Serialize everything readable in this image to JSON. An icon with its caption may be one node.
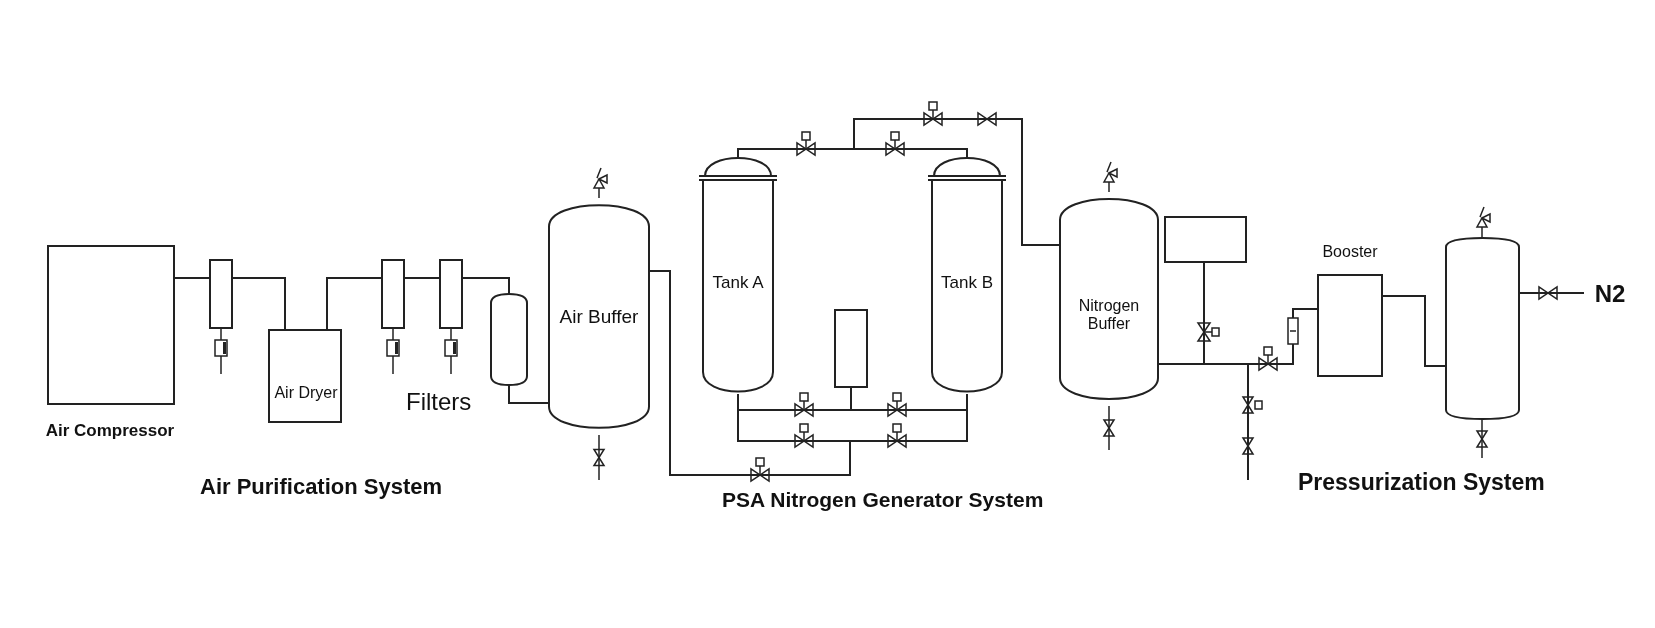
{
  "diagram": {
    "nodes": [
      {
        "text": [
          "Air Compressor"
        ]
      },
      {
        "text": [],
        "shape": "box"
      },
      {
        "text": [
          "Air Dryer"
        ]
      },
      {
        "text": [],
        "shape": "box"
      },
      {
        "text": [],
        "shape": "box"
      },
      {
        "text": [],
        "shape": "cylinder"
      },
      {
        "text": [
          "Air Buffer"
        ]
      },
      {
        "text": [
          "Tank A"
        ]
      },
      {
        "text": [
          "Tank B"
        ]
      },
      {
        "text": [],
        "shape": "box"
      },
      {
        "text": [
          "Nitrogen Buffer"
        ]
      },
      {
        "text": [],
        "shape": "box"
      },
      {
        "text": [
          "Booster"
        ]
      },
      {
        "text": [],
        "shape": "cylinder"
      },
      {
        "text": [
          "N2"
        ]
      }
    ],
    "edges": [
      {
        "from": 0,
        "to": 1,
        "arrow": "none"
      },
      {
        "from": 1,
        "to": 2,
        "arrow": "none"
      },
      {
        "from": 2,
        "to": 3,
        "arrow": "none"
      },
      {
        "from": 3,
        "to": 4,
        "arrow": "none"
      },
      {
        "from": 4,
        "to": 5,
        "arrow": "none"
      },
      {
        "from": 5,
        "to": 6,
        "arrow": "none"
      },
      {
        "from": 6,
        "to": 7,
        "arrow": "none"
      },
      {
        "from": 6,
        "to": 8,
        "arrow": "none"
      },
      {
        "from": 7,
        "to": 9,
        "arrow": "none"
      },
      {
        "from": 8,
        "to": 9,
        "arrow": "none"
      },
      {
        "from": 7,
        "to": 10,
        "arrow": "none"
      },
      {
        "from": 8,
        "to": 10,
        "arrow": "none"
      },
      {
        "from": 10,
        "to": 11,
        "arrow": "none"
      },
      {
        "from": 10,
        "to": 12,
        "arrow": "none"
      },
      {
        "from": 12,
        "to": 13,
        "arrow": "none"
      },
      {
        "from": 13,
        "to": 14,
        "arrow": "none"
      }
    ],
    "labels": [
      "Filters",
      "Air Purification System",
      "PSA Nitrogen Generator System",
      "Pressurization System"
    ]
  }
}
